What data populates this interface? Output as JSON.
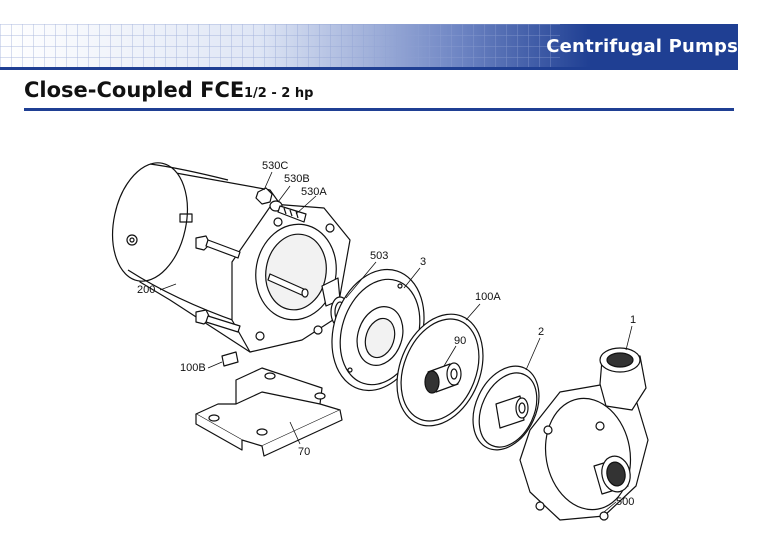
{
  "header": {
    "banner_title": "Centrifugal Pumps",
    "page_title": "Close-Coupled FCE",
    "page_subtitle": "1/2 - 2 hp"
  },
  "colors": {
    "brand_blue": "#1f3f93",
    "banner_light": "#dfe6f5"
  },
  "diagram": {
    "part_labels": {
      "p530c": "530C",
      "p530b": "530B",
      "p530a": "530A",
      "p200": "200",
      "p503": "503",
      "p3": "3",
      "p100a": "100A",
      "p90": "90",
      "p2": "2",
      "p1": "1",
      "p100b": "100B",
      "p70": "70",
      "p500": "500"
    }
  }
}
